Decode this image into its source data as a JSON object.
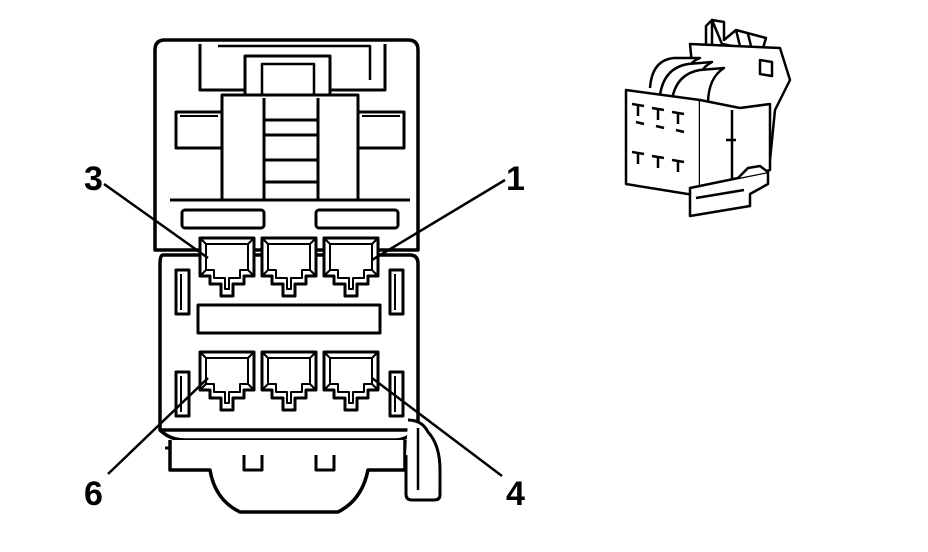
{
  "diagram": {
    "callouts": {
      "c1": "1",
      "c3": "3",
      "c4": "4",
      "c6": "6"
    },
    "colors": {
      "line": "#000000",
      "fill": "#ffffff"
    },
    "views": [
      "connector-face-view",
      "connector-isometric-view"
    ]
  }
}
